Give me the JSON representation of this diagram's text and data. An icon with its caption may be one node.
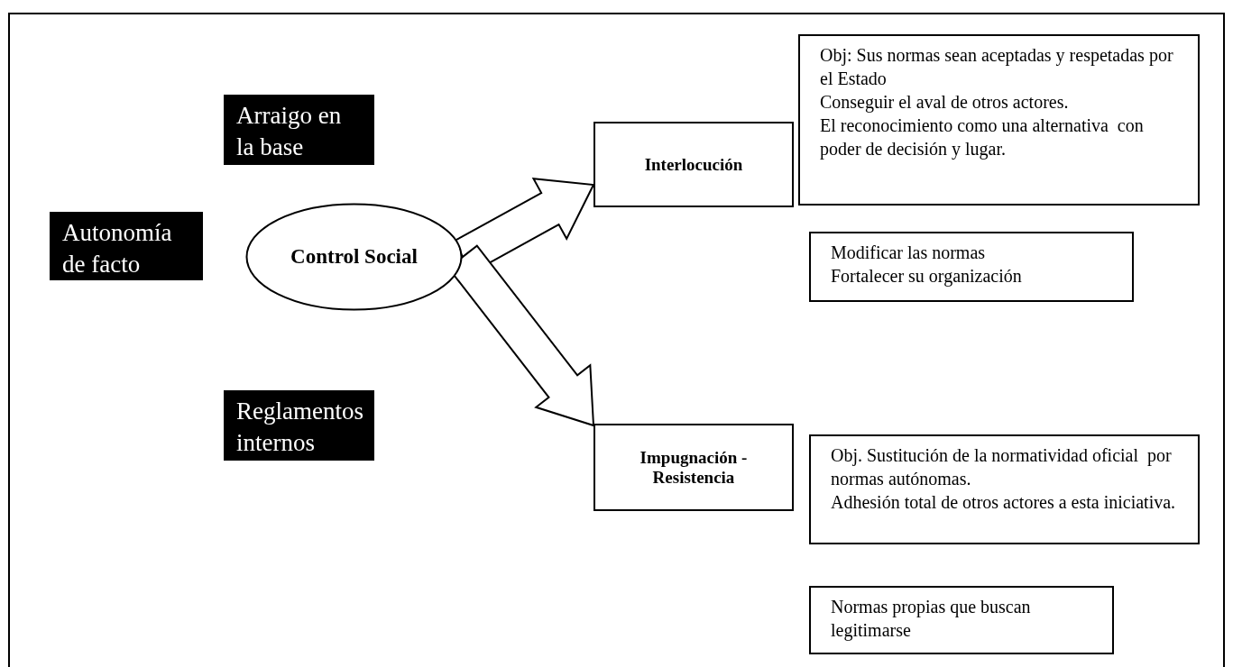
{
  "diagram": {
    "nodes": [
      {
        "text": [
          "Arraigo en la base"
        ]
      },
      {
        "text": [
          "Autonomía de facto"
        ]
      },
      {
        "text": [
          "Control Social"
        ]
      },
      {
        "text": [
          "Reglamentos internos"
        ]
      },
      {
        "text": [
          "Interlocución"
        ]
      },
      {
        "text": [
          "Obj: Sus normas sean aceptadas y respetadas por el Estado",
          "Conseguir el aval de otros actores.",
          "El reconocimiento como una alternativa  con poder de decisión y lugar."
        ]
      },
      {
        "text": [
          "Modificar las normas",
          "Fortalecer su organización"
        ]
      },
      {
        "text": [
          "Impugnación - Resistencia"
        ]
      },
      {
        "text": [
          "Obj. Sustitución de la normatividad oficial  por normas autónomas.",
          "Adhesión total de otros actores a esta iniciativa."
        ]
      },
      {
        "text": [
          "Normas propias que buscan legitimarse"
        ]
      }
    ],
    "edges": [
      {
        "from": 2,
        "to": 4,
        "arrow": "to"
      },
      {
        "from": 2,
        "to": 7,
        "arrow": "to"
      }
    ]
  }
}
